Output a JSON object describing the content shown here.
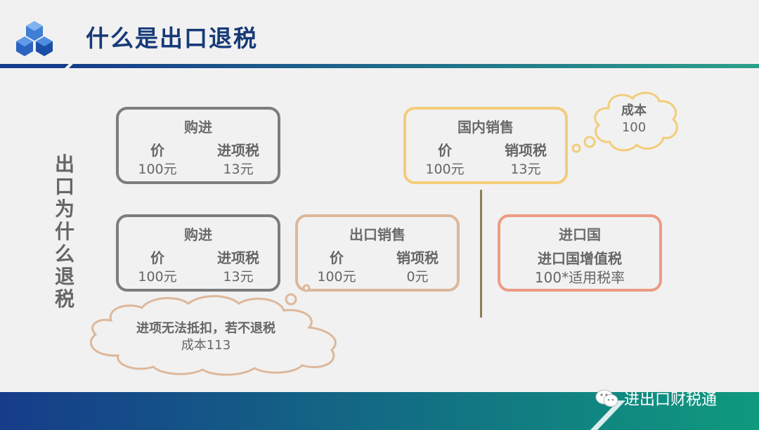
{
  "page": {
    "title": "什么是出口退税"
  },
  "side_title": "出口为什么退税",
  "purchase_top": {
    "title": "购进",
    "price_label": "价",
    "price_value": "100元",
    "tax_label": "进项税",
    "tax_value": "13元"
  },
  "purchase_bottom": {
    "title": "购进",
    "price_label": "价",
    "price_value": "100元",
    "tax_label": "进项税",
    "tax_value": "13元"
  },
  "domestic_sale": {
    "title": "国内销售",
    "price_label": "价",
    "price_value": "100元",
    "tax_label": "销项税",
    "tax_value": "13元"
  },
  "export_sale": {
    "title": "出口销售",
    "price_label": "价",
    "price_value": "100元",
    "tax_label": "销项税",
    "tax_value": "0元"
  },
  "import_country": {
    "title": "进口国",
    "line1": "进口国增值税",
    "line2": "100*适用税率"
  },
  "cost_bubble": {
    "line1": "成本",
    "line2": "100"
  },
  "no_refund_bubble": {
    "line1": "进项无法抵扣，若不退税",
    "line2": "成本113"
  },
  "footer": {
    "brand": "进出口财税通"
  },
  "colors": {
    "title_blue": "#163a78",
    "gray_border": "#7d7d7d",
    "tan_border": "#ddb89b",
    "yellow_border": "#f2cd7a",
    "salmon_border": "#ec9b84",
    "footer_start": "#163c8a",
    "footer_end": "#0f9a7e"
  },
  "icons": {
    "logo": "blue-cube-logo-icon",
    "brand": "wechat-icon"
  }
}
